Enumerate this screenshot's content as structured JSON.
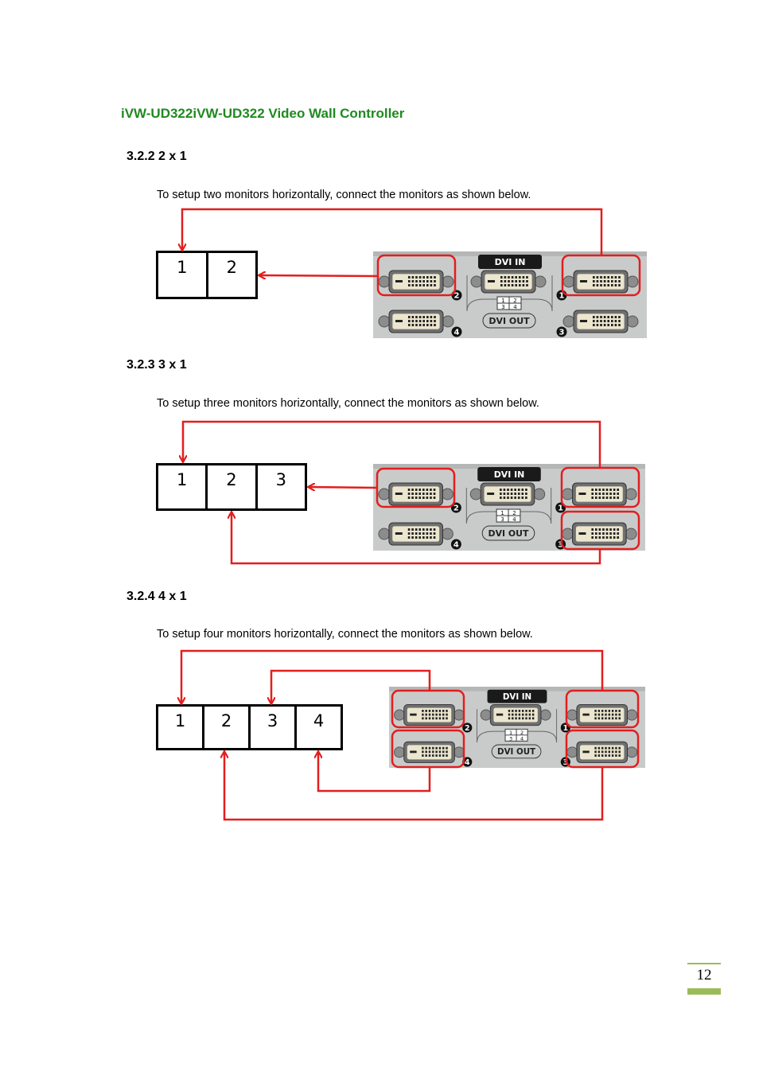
{
  "document": {
    "title": "iVW-UD322iVW-UD322 Video Wall Controller",
    "page_number": "12"
  },
  "sections": [
    {
      "heading": "3.2.2 2 x 1",
      "text": "To setup two monitors horizontally, connect the monitors as shown below.",
      "monitors": [
        "1",
        "2"
      ]
    },
    {
      "heading": "3.2.3 3 x 1",
      "text": "To setup three monitors horizontally, connect the monitors as shown below.",
      "monitors": [
        "1",
        "2",
        "3"
      ]
    },
    {
      "heading": "3.2.4 4 x 1",
      "text": "To setup four monitors horizontally, connect the monitors as shown below.",
      "monitors": [
        "1",
        "2",
        "3",
        "4"
      ]
    }
  ],
  "panel": {
    "dvi_in_label": "DVI IN",
    "dvi_out_label": "DVI OUT",
    "port_numbers": [
      "1",
      "2",
      "3",
      "4"
    ],
    "layout_grid": [
      "1",
      "2",
      "3",
      "4"
    ]
  },
  "colors": {
    "title": "#1f8a1f",
    "cable": "#e31e1e",
    "page_accent": "#9bbb59"
  }
}
